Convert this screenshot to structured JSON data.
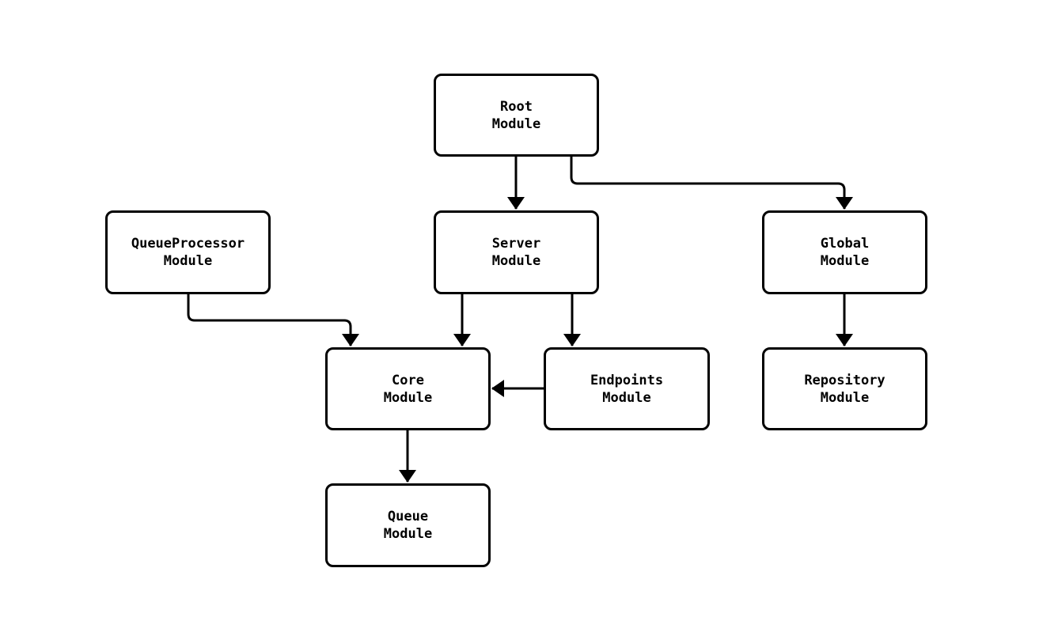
{
  "page": {
    "background": "#ffffff"
  },
  "diagram": {
    "type": "flowchart",
    "direction": "top-down",
    "colors": {
      "background": "#ffffff",
      "node_fill": "#ffffff",
      "node_border": "#000000",
      "edge": "#000000",
      "text": "#000000"
    },
    "nodes": {
      "root": {
        "line1": "Root",
        "line2": "Module"
      },
      "queueprocessor": {
        "line1": "QueueProcessor",
        "line2": "Module"
      },
      "server": {
        "line1": "Server",
        "line2": "Module"
      },
      "global": {
        "line1": "Global",
        "line2": "Module"
      },
      "core": {
        "line1": "Core",
        "line2": "Module"
      },
      "endpoints": {
        "line1": "Endpoints",
        "line2": "Module"
      },
      "repository": {
        "line1": "Repository",
        "line2": "Module"
      },
      "queue": {
        "line1": "Queue",
        "line2": "Module"
      }
    },
    "edges": [
      {
        "from": "Root Module",
        "to": "Server Module"
      },
      {
        "from": "Root Module",
        "to": "Global Module"
      },
      {
        "from": "QueueProcessor Module",
        "to": "Core Module"
      },
      {
        "from": "Server Module",
        "to": "Core Module"
      },
      {
        "from": "Server Module",
        "to": "Endpoints Module"
      },
      {
        "from": "Endpoints Module",
        "to": "Core Module"
      },
      {
        "from": "Global Module",
        "to": "Repository Module"
      },
      {
        "from": "Core Module",
        "to": "Queue Module"
      }
    ]
  }
}
